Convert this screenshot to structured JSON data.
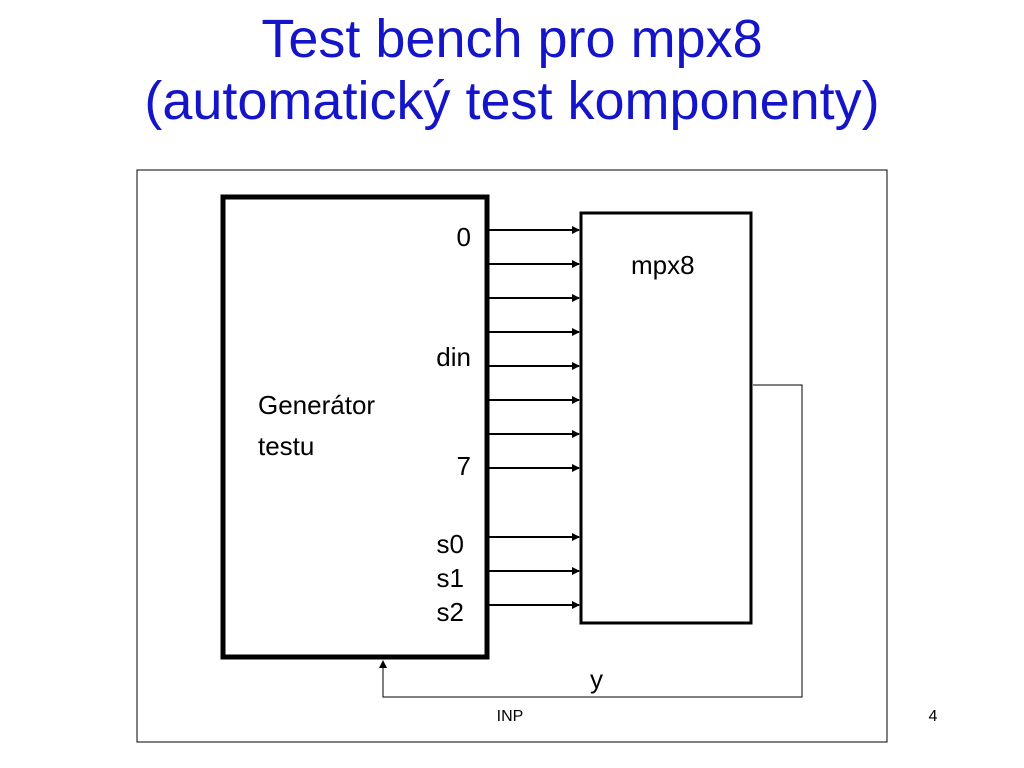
{
  "title": {
    "line1": "Test bench pro mpx8",
    "line2": "(automatický test komponenty)"
  },
  "diagram": {
    "generator": {
      "label_line1": "Generátor",
      "label_line2": "testu",
      "pin_0": "0",
      "pin_din": "din",
      "pin_7": "7",
      "pin_s0": "s0",
      "pin_s1": "s1",
      "pin_s2": "s2"
    },
    "mux": {
      "label": "mpx8"
    },
    "feedback_label": "y"
  },
  "footer": {
    "center": "INP",
    "page": "4"
  }
}
